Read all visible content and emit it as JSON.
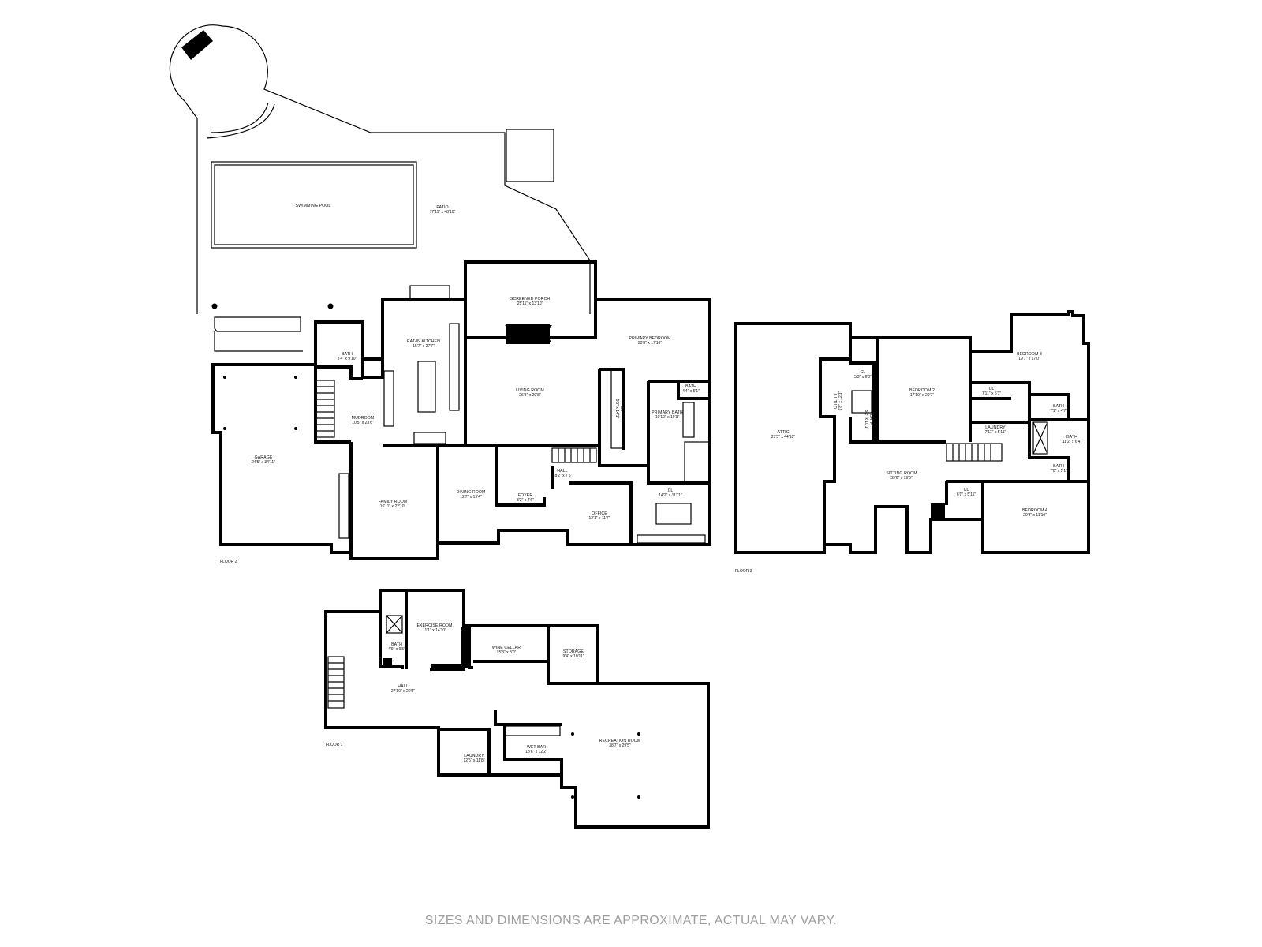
{
  "disclaimer": "SIZES AND DIMENSIONS ARE APPROXIMATE, ACTUAL MAY VARY.",
  "floors": [
    {
      "label": "FLOOR 2",
      "rooms": [
        {
          "name": "SWIMMING POOL",
          "dims": ""
        },
        {
          "name": "PATIO",
          "dims": "77'11\" x 48'10\""
        },
        {
          "name": "SCREENED PORCH",
          "dims": "25'11\" x 13'10\""
        },
        {
          "name": "EAT-IN KITCHEN",
          "dims": "15'7\" x 27'7\""
        },
        {
          "name": "LIVING ROOM",
          "dims": "26'3\" x 20'8\""
        },
        {
          "name": "PRIMARY BEDROOM",
          "dims": "20'8\" x 17'10\""
        },
        {
          "name": "BATH",
          "dims": "8'4\" x 9'10\""
        },
        {
          "name": "MUDROOM",
          "dims": "10'5\" x 23'6\""
        },
        {
          "name": "GARAGE",
          "dims": "24'5\" x 34'11\""
        },
        {
          "name": "FAMILY ROOM",
          "dims": "16'11\" x 22'10\""
        },
        {
          "name": "DINING ROOM",
          "dims": "12'7\" x 19'4\""
        },
        {
          "name": "FOYER",
          "dims": "8'2\" x 4'6\""
        },
        {
          "name": "HALL",
          "dims": "28'2\" x 7'5\""
        },
        {
          "name": "OFFICE",
          "dims": "12'1\" x 11'7\""
        },
        {
          "name": "CL",
          "dims": "14'2\" x 11'11\""
        },
        {
          "name": "PRIMARY BATH",
          "dims": "10'10\" x 19'3\""
        },
        {
          "name": "BATH",
          "dims": "4'4\" x 5'1\""
        },
        {
          "name": "CL",
          "dims": "5'5\" x 14'1\""
        }
      ]
    },
    {
      "label": "FLOOR 3",
      "rooms": [
        {
          "name": "ATTIC",
          "dims": "27'5\" x 44'10\""
        },
        {
          "name": "CL",
          "dims": "5'3\" x 6'0\""
        },
        {
          "name": "UTILITY",
          "dims": "6'8\" x 12'1\""
        },
        {
          "name": "BATH",
          "dims": "5'2\" x 10'1\""
        },
        {
          "name": "BEDROOM 2",
          "dims": "17'10\" x 20'7\""
        },
        {
          "name": "BEDROOM 3",
          "dims": "19'7\" x 17'0\""
        },
        {
          "name": "CL",
          "dims": "7'11\" x 5'1\""
        },
        {
          "name": "LAUNDRY",
          "dims": "7'11\" x 5'11\""
        },
        {
          "name": "BATH",
          "dims": "7'1\" x 4'7\""
        },
        {
          "name": "BATH",
          "dims": "11'2\" x 6'4\""
        },
        {
          "name": "BATH",
          "dims": "7'0\" x 5'1\""
        },
        {
          "name": "SITTING ROOM",
          "dims": "39'6\" x 19'5\""
        },
        {
          "name": "CL",
          "dims": "6'9\" x 5'11\""
        },
        {
          "name": "BEDROOM 4",
          "dims": "20'8\" x 11'10\""
        }
      ]
    },
    {
      "label": "FLOOR 1",
      "rooms": [
        {
          "name": "EXERCISE ROOM",
          "dims": "11'1\" x 14'10\""
        },
        {
          "name": "BATH",
          "dims": "4'9\" x 9'5\""
        },
        {
          "name": "WINE CELLAR",
          "dims": "15'3\" x 8'0\""
        },
        {
          "name": "STORAGE",
          "dims": "9'4\" x 10'11\""
        },
        {
          "name": "HALL",
          "dims": "27'10\" x 20'5\""
        },
        {
          "name": "LAUNDRY",
          "dims": "12'5\" x 11'8\""
        },
        {
          "name": "WET BAR",
          "dims": "13'6\" x 12'2\""
        },
        {
          "name": "RECREATION ROOM",
          "dims": "38'7\" x 29'5\""
        }
      ]
    }
  ]
}
